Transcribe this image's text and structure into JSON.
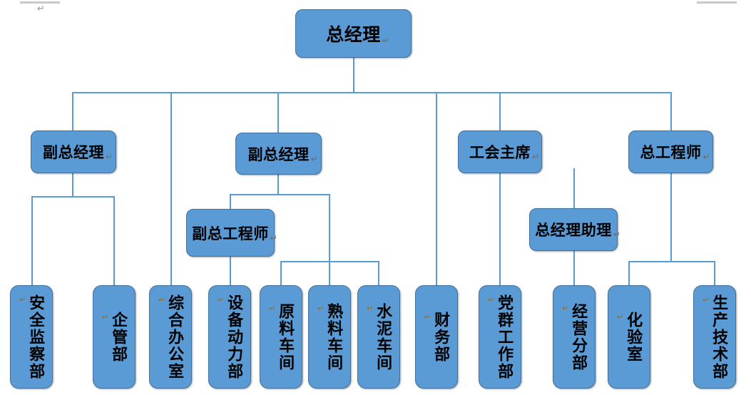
{
  "page": {
    "paragraph_mark": "↵",
    "stray_pilcrow": "↵"
  },
  "chart_title": "",
  "org_chart": {
    "type": "organization-chart",
    "root": {
      "id": "general-manager",
      "label": "总经理",
      "orientation": "horizontal"
    },
    "level2": [
      {
        "id": "deputy-general-manager-1",
        "label": "副总经理",
        "orientation": "horizontal"
      },
      {
        "id": "deputy-general-manager-2",
        "label": "副总经理",
        "orientation": "horizontal"
      },
      {
        "id": "union-chairman",
        "label": "工会主席",
        "orientation": "horizontal"
      },
      {
        "id": "chief-engineer",
        "label": "总工程师",
        "orientation": "horizontal"
      }
    ],
    "level3": [
      {
        "id": "deputy-chief-engineer",
        "label": "副总工程师",
        "orientation": "horizontal",
        "parent": "deputy-general-manager-2"
      },
      {
        "id": "gm-assistant",
        "label": "总经理助理",
        "orientation": "horizontal",
        "parent": "union-chairman"
      }
    ],
    "departments": [
      {
        "id": "safety-supervision-dept",
        "label": "安全监察部"
      },
      {
        "id": "enterprise-mgmt-dept",
        "label": "企管部"
      },
      {
        "id": "general-office",
        "label": "综合办公室"
      },
      {
        "id": "equipment-power-dept",
        "label": "设备动力部"
      },
      {
        "id": "raw-material-workshop",
        "label": "原料车间"
      },
      {
        "id": "clinker-workshop",
        "label": "熟料车间"
      },
      {
        "id": "cement-workshop",
        "label": "水泥车间"
      },
      {
        "id": "finance-dept",
        "label": "财务部"
      },
      {
        "id": "party-mass-work-dept",
        "label": "党群工作部"
      },
      {
        "id": "business-branch",
        "label": "经营分部"
      },
      {
        "id": "laboratory",
        "label": "化验室"
      },
      {
        "id": "production-tech-dept",
        "label": "生产技术部"
      }
    ],
    "colors": {
      "node_fill": "#5B9BD5",
      "node_border": "#41719C",
      "connector": "#5B9BD5",
      "text": "#000000",
      "background": "#FFFFFF"
    }
  }
}
